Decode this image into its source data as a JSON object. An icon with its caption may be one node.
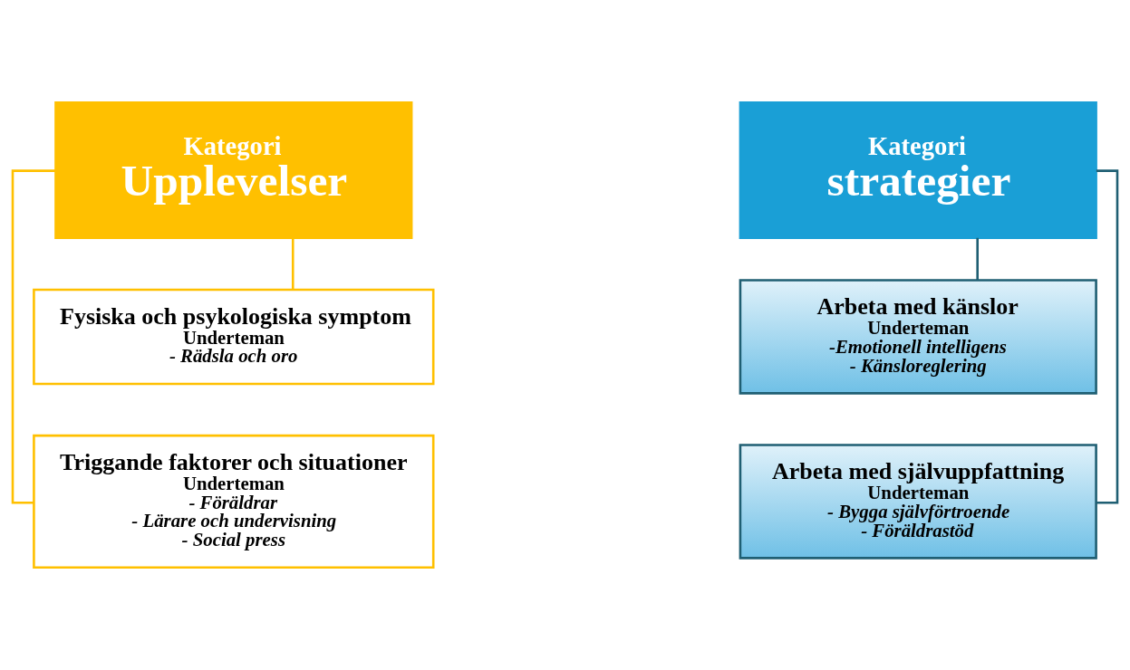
{
  "diagram": {
    "nodes": [
      {
        "text": [
          "Kategori",
          "Upplevelser"
        ]
      },
      {
        "text": [
          "Fysiska och psykologiska symptom",
          "Underteman",
          "- Rädsla och oro"
        ]
      },
      {
        "text": [
          "Triggande faktorer och situationer",
          "Underteman",
          "- Föräldrar",
          "- Lärare och undervisning",
          "- Social press"
        ]
      },
      {
        "text": [
          "Kategori",
          "strategier"
        ]
      },
      {
        "text": [
          "Arbeta med känslor",
          "Underteman",
          "-Emotionell intelligens",
          "- Känsloreglering"
        ]
      },
      {
        "text": [
          "Arbeta med självuppfattning",
          "Underteman",
          "- Bygga självförtroende",
          "- Föräldrastöd"
        ]
      }
    ],
    "edges": [
      {
        "from": 0,
        "to": 1,
        "arrow": "none",
        "color": "#ffc000"
      },
      {
        "from": 0,
        "to": 2,
        "arrow": "none",
        "color": "#ffc000"
      },
      {
        "from": 3,
        "to": 4,
        "arrow": "none",
        "color": "#1f5f73"
      },
      {
        "from": 3,
        "to": 5,
        "arrow": "none",
        "color": "#1f5f73"
      }
    ]
  }
}
